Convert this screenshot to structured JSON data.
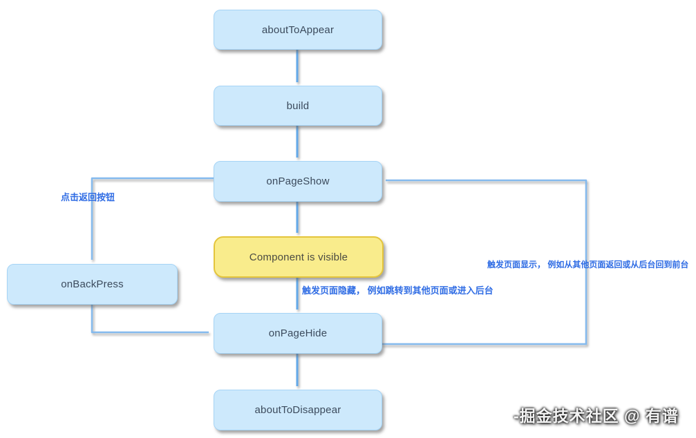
{
  "diagram": {
    "title_hint": "page lifecycle flowchart",
    "nodes": [
      {
        "id": "aboutToAppear",
        "label": "aboutToAppear",
        "type": "lifecycle"
      },
      {
        "id": "build",
        "label": "build",
        "type": "lifecycle"
      },
      {
        "id": "onPageShow",
        "label": "onPageShow",
        "type": "lifecycle"
      },
      {
        "id": "componentVisible",
        "label": "Component is visible",
        "type": "state-highlight"
      },
      {
        "id": "onPageHide",
        "label": "onPageHide",
        "type": "lifecycle"
      },
      {
        "id": "aboutToDisappear",
        "label": "aboutToDisappear",
        "type": "lifecycle"
      },
      {
        "id": "onBackPress",
        "label": "onBackPress",
        "type": "lifecycle"
      }
    ],
    "annotations": [
      {
        "id": "back-press-label",
        "text": "点击返回按钮"
      },
      {
        "id": "page-hide-label",
        "text": "触发页面隐藏， 例如跳转到其他页面或进入后台"
      },
      {
        "id": "page-show-label",
        "text": "触发页面显示， 例如从其他页面返回或从后台回到前台"
      }
    ],
    "edges": [
      {
        "from": "aboutToAppear",
        "to": "build"
      },
      {
        "from": "build",
        "to": "onPageShow"
      },
      {
        "from": "onPageShow",
        "to": "componentVisible"
      },
      {
        "from": "componentVisible",
        "to": "onPageHide"
      },
      {
        "from": "onPageHide",
        "to": "aboutToDisappear"
      },
      {
        "from": "onPageShow",
        "to": "onBackPress"
      },
      {
        "from": "onBackPress",
        "to": "onPageHide"
      },
      {
        "from": "onPageHide",
        "to": "onPageShow"
      }
    ],
    "colors": {
      "node_fill": "#cde9fc",
      "node_border": "#a5d4f6",
      "highlight_fill": "#f9ec8c",
      "highlight_border": "#e4c53c",
      "edge_blue": "#63a9e9",
      "annotation_text": "#2f6ce4",
      "background": "#ffffff"
    }
  },
  "watermark": {
    "text": "-掘金技术社区 @ 有谱"
  }
}
